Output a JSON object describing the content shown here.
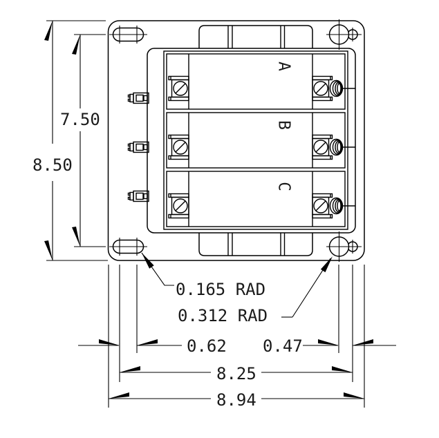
{
  "labels": {
    "overall_height": "8.50",
    "slot_center_height": "7.50",
    "slot_radius": "0.165 RAD",
    "keyhole_radius": "0.312 RAD",
    "slot_offset": "0.62",
    "keyhole_offset": "0.47",
    "mount_width": "8.25",
    "overall_width": "8.94"
  },
  "phases": {
    "a": "A",
    "b": "B",
    "c": "C"
  },
  "colors": {
    "line": "#000000",
    "background": "#ffffff",
    "text": "#1a1a1a"
  }
}
